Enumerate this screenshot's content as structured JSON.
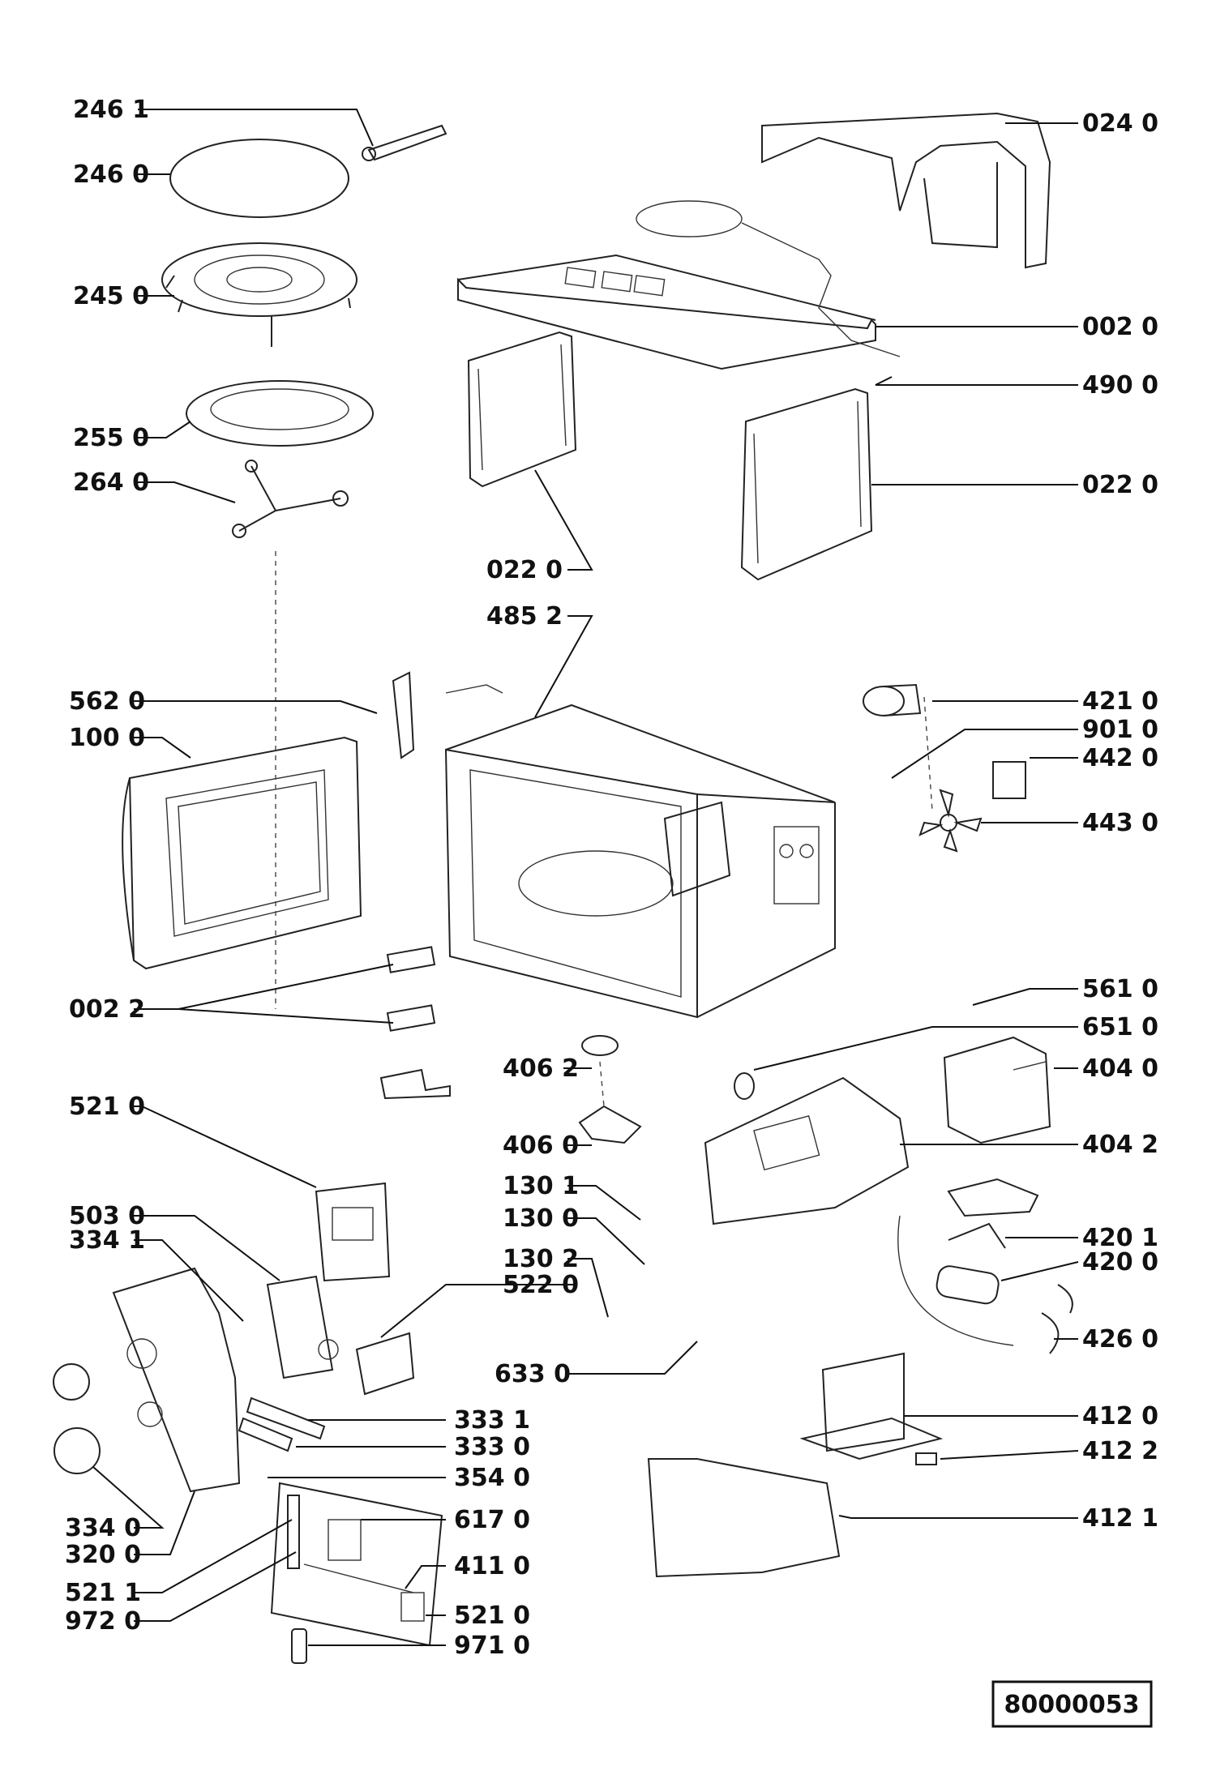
{
  "document_number": "80000053",
  "callouts": [
    {
      "id": "c2461",
      "code": "246 1"
    },
    {
      "id": "c2460",
      "code": "246 0"
    },
    {
      "id": "c2450",
      "code": "245 0"
    },
    {
      "id": "c2550",
      "code": "255 0"
    },
    {
      "id": "c2640",
      "code": "264 0"
    },
    {
      "id": "c0240",
      "code": "024 0"
    },
    {
      "id": "c0020",
      "code": "002 0"
    },
    {
      "id": "c4900",
      "code": "490 0"
    },
    {
      "id": "c0220r",
      "code": "022 0"
    },
    {
      "id": "c0220l",
      "code": "022  0"
    },
    {
      "id": "c4852",
      "code": "485  2"
    },
    {
      "id": "c5620",
      "code": "562 0"
    },
    {
      "id": "c1000",
      "code": "100 0"
    },
    {
      "id": "c4210",
      "code": "421 0"
    },
    {
      "id": "c9010",
      "code": "901 0"
    },
    {
      "id": "c4420",
      "code": "442 0"
    },
    {
      "id": "c4430",
      "code": "443 0"
    },
    {
      "id": "c0022",
      "code": "002 2"
    },
    {
      "id": "c5610",
      "code": "561 0"
    },
    {
      "id": "c6510",
      "code": "651 0"
    },
    {
      "id": "c4062",
      "code": "406 2"
    },
    {
      "id": "c4040",
      "code": "404 0"
    },
    {
      "id": "c5210a",
      "code": "521 0"
    },
    {
      "id": "c4060",
      "code": "406 0"
    },
    {
      "id": "c4042",
      "code": "404 2"
    },
    {
      "id": "c1301",
      "code": "130 1"
    },
    {
      "id": "c5030",
      "code": "503 0"
    },
    {
      "id": "c1300",
      "code": "130 0"
    },
    {
      "id": "c4201",
      "code": "420 1"
    },
    {
      "id": "c3341",
      "code": "334 1"
    },
    {
      "id": "c1302",
      "code": "130 2"
    },
    {
      "id": "c4200",
      "code": "420 0"
    },
    {
      "id": "c5220",
      "code": "522 0"
    },
    {
      "id": "c4260",
      "code": "426 0"
    },
    {
      "id": "c6330",
      "code": "633 0"
    },
    {
      "id": "c3331",
      "code": "333 1"
    },
    {
      "id": "c4120",
      "code": "412 0"
    },
    {
      "id": "c3330",
      "code": "333 0"
    },
    {
      "id": "c4122",
      "code": "412 2"
    },
    {
      "id": "c3540",
      "code": "354 0"
    },
    {
      "id": "c4121",
      "code": "412 1"
    },
    {
      "id": "c6170",
      "code": "617 0"
    },
    {
      "id": "c3340",
      "code": "334 0"
    },
    {
      "id": "c3200",
      "code": "320 0"
    },
    {
      "id": "c4110",
      "code": "411 0"
    },
    {
      "id": "c5211",
      "code": "521 1"
    },
    {
      "id": "c5210b",
      "code": "521 0"
    },
    {
      "id": "c9720",
      "code": "972 0"
    },
    {
      "id": "c9710",
      "code": "971 0"
    }
  ]
}
